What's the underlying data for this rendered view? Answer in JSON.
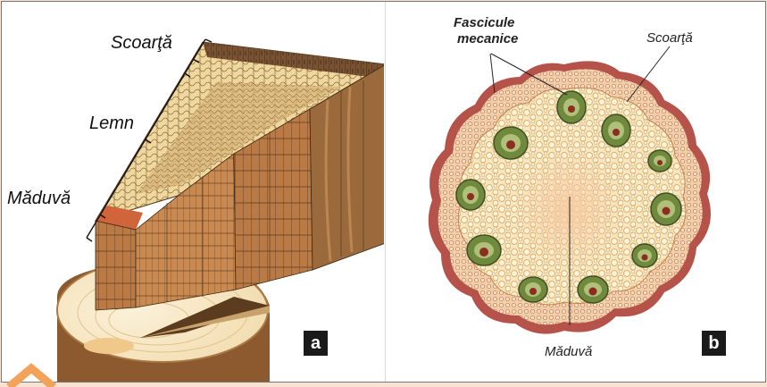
{
  "panel_a": {
    "label_bark": "Scoarţă",
    "label_wood": "Lemn",
    "label_pith": "Măduvă",
    "badge": "a"
  },
  "panel_b": {
    "label_fascicles_line1": "Fascicule",
    "label_fascicles_line2": "mecanice",
    "label_bark": "Scoarţă",
    "label_pith": "Măduvă",
    "badge": "b"
  },
  "colors": {
    "background": "#f8e2d2",
    "wood_dark": "#8a5a33",
    "wood_light": "#e8c98c",
    "bark": "#6b4a2f",
    "stem_epidermis": "#b5534a",
    "fascicle_green": "#6f8a3c",
    "parenchyma": "#f3e0b0",
    "badge_bg": "#1a1a1a",
    "corner_accent": "#f3a25a"
  }
}
